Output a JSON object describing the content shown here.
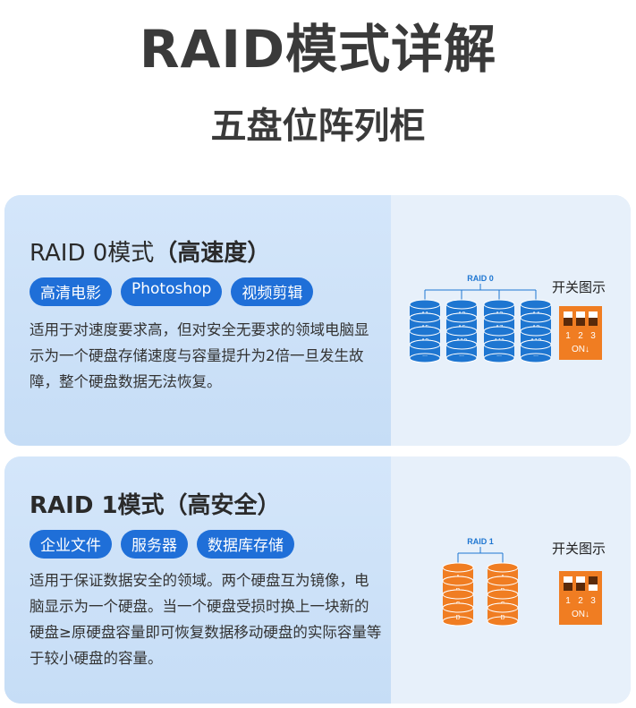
{
  "header": {
    "title": "RAID模式详解",
    "subtitle": "五盘位阵列柜"
  },
  "colors": {
    "accent": "#1f6fd8",
    "disk_blue": "#1e76d1",
    "disk_orange": "#f07d22",
    "switch_orange": "#f07d22"
  },
  "raid0": {
    "title_prefix": "RAID 0模式",
    "title_suffix": "（高速度）",
    "tags": [
      "高清电影",
      "Photoshop",
      "视频剪辑"
    ],
    "desc": "适用于对速度要求高，但对安全无要求的领域电脑显示为一个硬盘存储速度与容量提升为2倍一旦发生故障，整个硬盘数据无法恢复。",
    "diagram_label": "RAID 0",
    "disks": [
      [
        "A1",
        "A5",
        "A9",
        "..."
      ],
      [
        "A2",
        "A6",
        "A10",
        "..."
      ],
      [
        "A3",
        "A7",
        "A11",
        "..."
      ],
      [
        "A4",
        "A8",
        "A12",
        "..."
      ]
    ],
    "switch_title": "开关图示",
    "switch_numbers": [
      "1",
      "2",
      "3"
    ],
    "switch_on": "ON↓"
  },
  "raid1": {
    "title": "RAID 1模式（高安全）",
    "tags": [
      "企业文件",
      "服务器",
      "数据库存储"
    ],
    "desc": "适用于保证数据安全的领域。两个硬盘互为镜像，电脑显示为一个硬盘。当一个硬盘受损时换上一块新的硬盘≥原硬盘容量即可恢复数据移动硬盘的实际容量等于较小硬盘的容量。",
    "diagram_label": "RAID 1",
    "disks": [
      [
        "A",
        "B",
        "C",
        "D"
      ],
      [
        "A",
        "B",
        "C",
        "D"
      ]
    ],
    "switch_title": "开关图示",
    "switch_numbers": [
      "1",
      "2",
      "3"
    ],
    "switch_on": "ON↓"
  }
}
